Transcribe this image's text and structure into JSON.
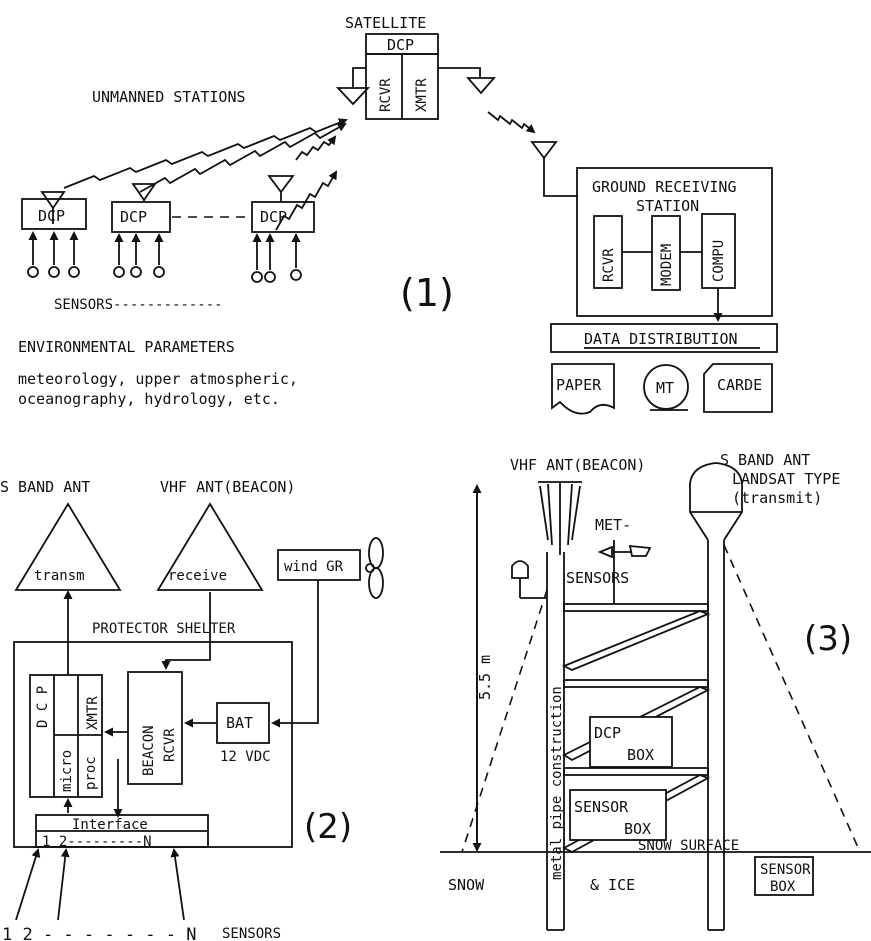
{
  "panel1": {
    "satellite": "SATELLITE",
    "dcp": "DCP",
    "rcvr": "RCVR",
    "xmtr": "XMTR",
    "unmanned": "UNMANNED STATIONS",
    "station_dcp": [
      "DCP",
      "DCP",
      "DCP"
    ],
    "sensors": "SENSORS-------------",
    "env_title": "ENVIRONMENTAL  PARAMETERS",
    "env_line1": "meteorology, upper atmospheric,",
    "env_line2": "oceanography, hydrology, etc.",
    "ground_line1": "GROUND RECEIVING",
    "ground_line2": "STATION",
    "g_rcvr": "RCVR",
    "g_modem": "MODEM",
    "g_compu": "COMPU",
    "distribution": "DATA  DISTRIBUTION",
    "paper": "PAPER",
    "mt": "MT",
    "carde": "CARDE",
    "number": "(1)"
  },
  "panel2": {
    "s_band": "S BAND ANT",
    "vhf": "VHF ANT(BEACON)",
    "transm": "transm",
    "receive": "receive",
    "wind": "wind GR",
    "shelter": "PROTECTOR  SHELTER",
    "dcp": "D C P",
    "xmtr": "XMTR",
    "micro": "micro",
    "proc": "proc",
    "beacon": "BEACON",
    "rcvr": "RCVR",
    "bat": "BAT",
    "vdc": "12 VDC",
    "interface": "Interface",
    "iface_range": "1 2---------N",
    "sensor_ids": "1  2 - - - - - - - N",
    "sensors": "SENSORS",
    "number": "(2)"
  },
  "panel3": {
    "vhf": "VHF ANT(BEACON)",
    "s_band_1": "S BAND ANT",
    "s_band_2": "LANDSAT TYPE",
    "s_band_3": "(transmit)",
    "met": "MET-",
    "met_sensors": "SENSORS",
    "height": "5.5 m",
    "pipe": "metal pipe construction",
    "dcp": "DCP",
    "box": "BOX",
    "sensor": "SENSOR",
    "snow_surface": "SNOW   SURFACE",
    "sensor_box_1": "SENSOR",
    "sensor_box_2": "BOX",
    "snow": "SNOW",
    "ice": "& ICE",
    "number": "(3)"
  }
}
